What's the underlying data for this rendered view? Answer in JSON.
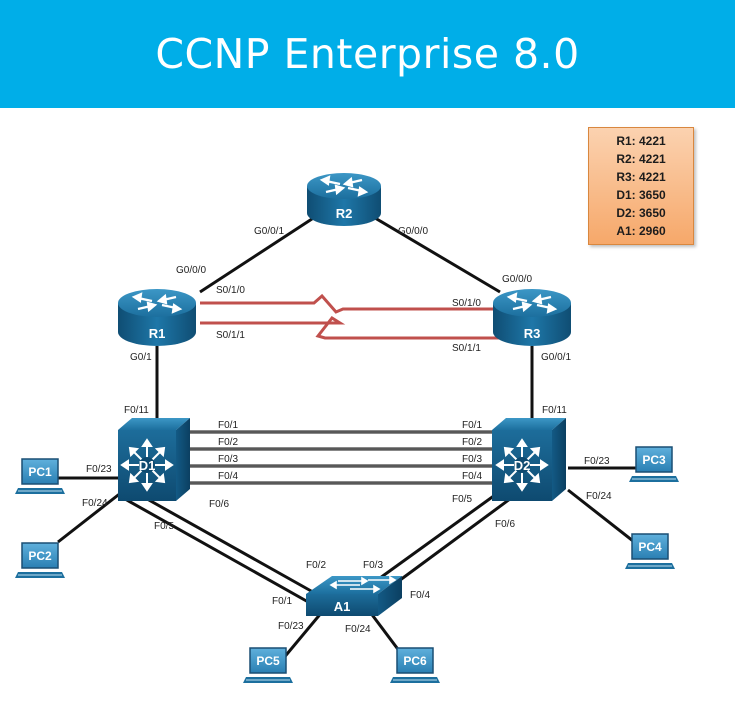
{
  "title": "CCNP Enterprise 8.0",
  "legend": [
    "R1: 4221",
    "R2: 4221",
    "R3: 4221",
    "D1: 3650",
    "D2: 3650",
    "A1: 2960"
  ],
  "devices": {
    "R1": "R1",
    "R2": "R2",
    "R3": "R3",
    "D1": "D1",
    "D2": "D2",
    "A1": "A1",
    "PC1": "PC1",
    "PC2": "PC2",
    "PC3": "PC3",
    "PC4": "PC4",
    "PC5": "PC5",
    "PC6": "PC6"
  },
  "ports": {
    "r2_r1": "G0/0/1",
    "r2_r3": "G0/0/0",
    "r1_r2": "G0/0/0",
    "r1_s010": "S0/1/0",
    "r1_s011": "S0/1/1",
    "r1_d1": "G0/1",
    "r3_r2": "G0/0/0",
    "r3_s010": "S0/1/0",
    "r3_s011": "S0/1/1",
    "r3_d2": "G0/0/1",
    "d1_r1": "F0/11",
    "d1_f01": "F0/1",
    "d1_f02": "F0/2",
    "d1_f03": "F0/3",
    "d1_f04": "F0/4",
    "d1_pc1": "F0/23",
    "d1_pc2": "F0/24",
    "d1_f05": "F0/5",
    "d1_f06": "F0/6",
    "d2_r3": "F0/11",
    "d2_f01": "F0/1",
    "d2_f02": "F0/2",
    "d2_f03": "F0/3",
    "d2_f04": "F0/4",
    "d2_pc3": "F0/23",
    "d2_pc4": "F0/24",
    "d2_f05": "F0/5",
    "d2_f06": "F0/6",
    "a1_f02": "F0/2",
    "a1_f01": "F0/1",
    "a1_f03": "F0/3",
    "a1_f04": "F0/4",
    "a1_pc5": "F0/23",
    "a1_pc6": "F0/24"
  },
  "colors": {
    "banner": "#00aee8",
    "device": "#1b6a9a",
    "serial_link": "#c0504d",
    "ethernet_link": "#111111",
    "legend_fill": "#f7b07a"
  },
  "icons": {
    "router": "router-icon",
    "multilayer_switch": "multilayer-switch-icon",
    "switch": "switch-icon",
    "pc": "pc-icon"
  }
}
